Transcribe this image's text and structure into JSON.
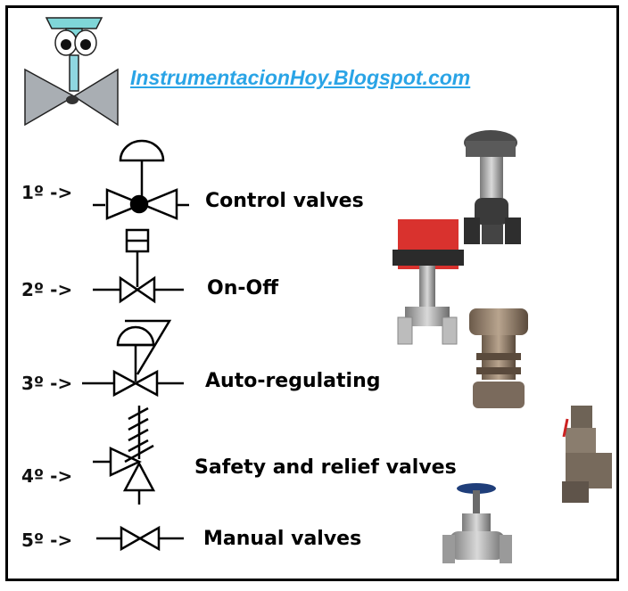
{
  "blog": {
    "url_text": "InstrumentacionHoy.Blogspot.com",
    "accent_color": "#2aa4e6"
  },
  "mascot": {
    "icon": "valve-mascot-icon"
  },
  "rows": [
    {
      "order": "1º ->",
      "label": "Control valves",
      "symbol": "control-valve-symbol",
      "photo": "control-valve-photo"
    },
    {
      "order": "2º ->",
      "label": "On-Off",
      "symbol": "on-off-valve-symbol",
      "photo": "on-off-valve-photo"
    },
    {
      "order": "3º ->",
      "label": "Auto-regulating",
      "symbol": "self-regulating-valve-symbol",
      "photo": "self-regulating-valve-photo"
    },
    {
      "order": "4º ->",
      "label": "Safety and relief valves",
      "symbol": "safety-relief-valve-symbol",
      "photo": "safety-relief-valve-photo"
    },
    {
      "order": "5º ->",
      "label": "Manual valves",
      "symbol": "manual-valve-symbol",
      "photo": "manual-valve-photo"
    }
  ]
}
